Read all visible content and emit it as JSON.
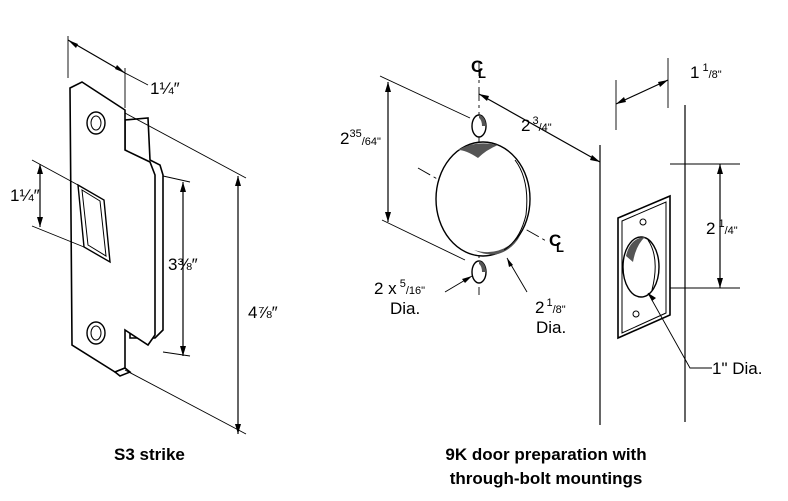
{
  "strike": {
    "caption": "S3 strike",
    "dim_top_whole": "1",
    "dim_top_frac": "¼",
    "dim_top_mark": "″",
    "dim_left_whole": "1",
    "dim_left_frac": "¼",
    "dim_left_mark": "″",
    "dim_mid_whole": "3",
    "dim_mid_frac": "⅜",
    "dim_mid_mark": "″",
    "dim_right_whole": "4",
    "dim_right_frac": "⅞",
    "dim_right_mark": "″"
  },
  "prep": {
    "caption_line1": "9K door preparation with",
    "caption_line2": "through-bolt mountings",
    "cl_symbol": "C",
    "cl_sub": "L",
    "dim_height_whole": "2",
    "dim_height_sup": "35",
    "dim_height_sub": "/64\"",
    "dim_spacing_whole": "2",
    "dim_spacing_frac": "3",
    "dim_spacing_den": "/4\"",
    "holes_pre": "2 x",
    "holes_sup": "5",
    "holes_den": "/16\"",
    "holes_dia": "Dia.",
    "bore_whole": "2",
    "bore_frac": "1",
    "bore_den": "/8\"",
    "bore_dia": "Dia."
  },
  "edge": {
    "dim_width_whole": "1",
    "dim_width_frac": "1",
    "dim_width_den": "/8\"",
    "dim_height_whole": "2",
    "dim_height_frac": "1",
    "dim_height_den": "/4\"",
    "hole_label": "1\" Dia."
  }
}
